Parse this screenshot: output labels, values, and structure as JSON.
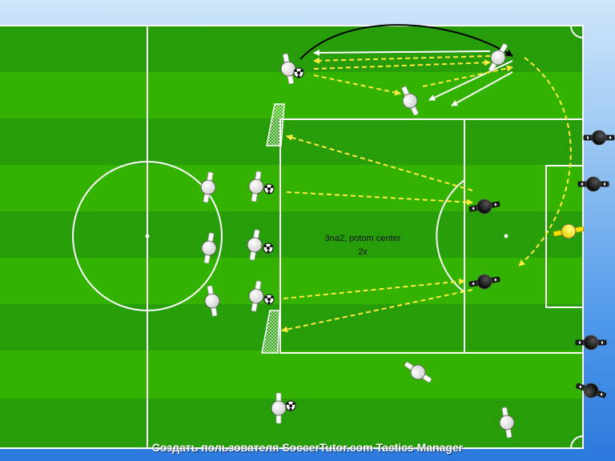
{
  "note": {
    "line1": "3na2, potom center",
    "line2": "2x"
  },
  "footer": {
    "watermark": "Создать пользователя SoccerTutor.com Tactics Manager"
  },
  "colors": {
    "stripe_light": "#33b300",
    "stripe_dark": "#279d0a",
    "lines": "#ffffff",
    "pass_arrow": "#ffeb3b",
    "run_arrow": "#ffffff",
    "ball_path": "#000000",
    "team_white": "#ffffff",
    "team_black": "#111111",
    "goalkeeper": "#ffee22"
  },
  "players": [
    {
      "team": "white",
      "role": "wide-attacker-top",
      "ball": true
    },
    {
      "team": "white",
      "role": "winger-right",
      "ball": false
    },
    {
      "team": "white",
      "role": "midfielder-top",
      "ball": false
    },
    {
      "team": "white",
      "role": "waiting-left-1",
      "ball": false
    },
    {
      "team": "white",
      "role": "waiting-left-2",
      "ball": false
    },
    {
      "team": "white",
      "role": "waiting-left-3",
      "ball": false
    },
    {
      "team": "white",
      "role": "attacker-queue-1",
      "ball": true
    },
    {
      "team": "white",
      "role": "attacker-queue-2",
      "ball": true
    },
    {
      "team": "white",
      "role": "attacker-queue-3",
      "ball": true
    },
    {
      "team": "white",
      "role": "bottom-midfielder",
      "ball": false
    },
    {
      "team": "white",
      "role": "bottom-left",
      "ball": true
    },
    {
      "team": "white",
      "role": "bottom-right",
      "ball": false
    },
    {
      "team": "black",
      "role": "defender-top",
      "ball": false
    },
    {
      "team": "black",
      "role": "defender-bottom",
      "ball": false
    },
    {
      "team": "black",
      "role": "sub-1",
      "ball": false
    },
    {
      "team": "black",
      "role": "sub-2",
      "ball": false
    },
    {
      "team": "black",
      "role": "sub-3",
      "ball": false
    },
    {
      "team": "black",
      "role": "sub-4",
      "ball": false
    },
    {
      "team": "yellow",
      "role": "goalkeeper",
      "ball": false
    }
  ]
}
